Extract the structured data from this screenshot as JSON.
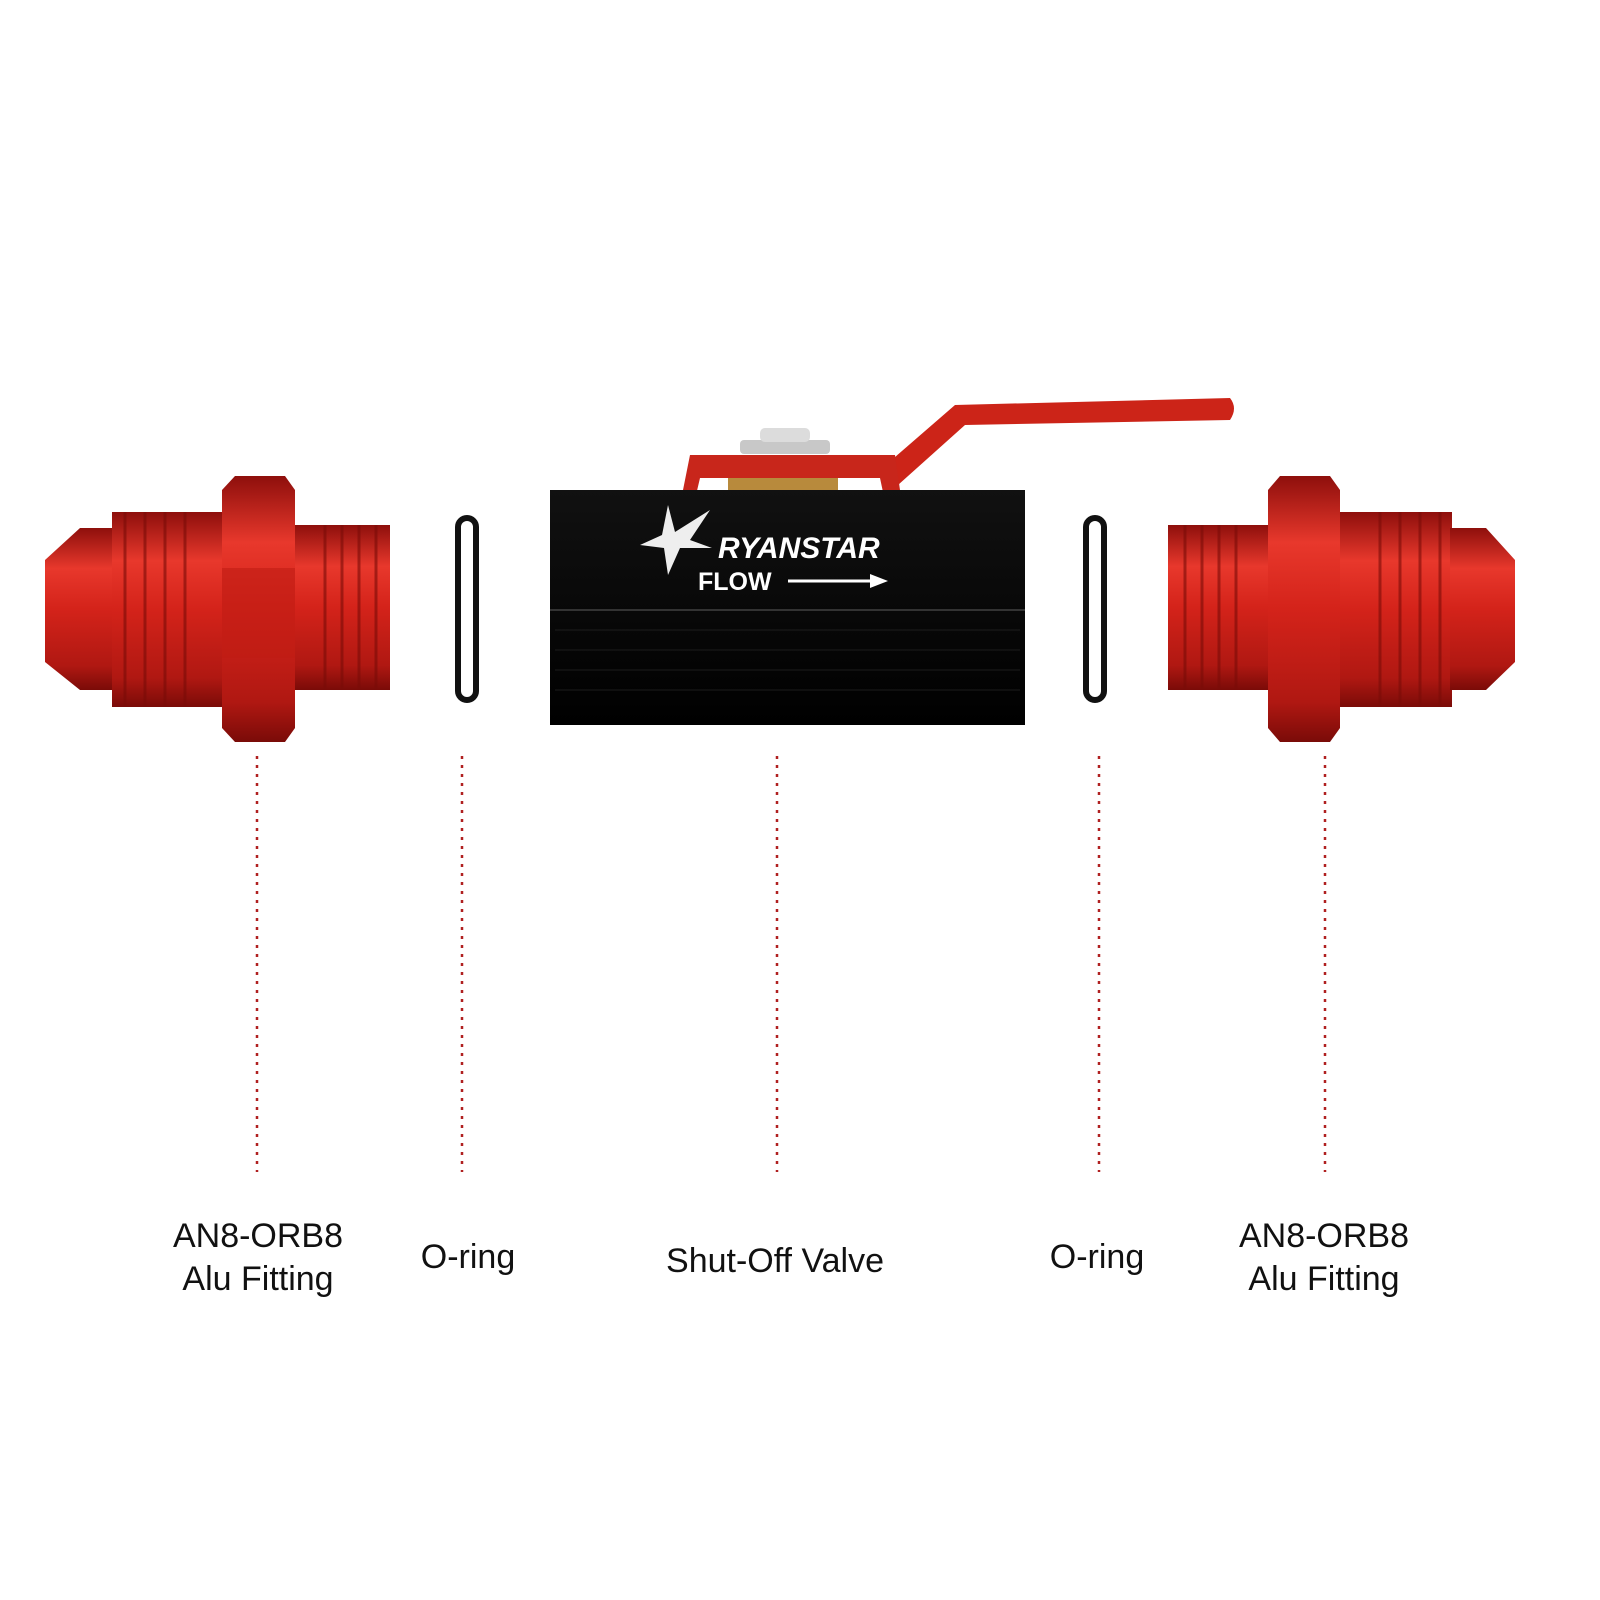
{
  "brand_logo": {
    "text": "RYANSTAR",
    "flow_label": "FLOW"
  },
  "colors": {
    "fitting_red": "#d8231c",
    "valve_body": "#0a0a0a",
    "leader_line": "#b02020",
    "oring": "#111111"
  },
  "components": [
    {
      "line1": "AN8-ORB8",
      "line2": "Alu Fitting"
    },
    {
      "line1": "O-ring"
    },
    {
      "line1": "Shut-Off Valve"
    },
    {
      "line1": "O-ring"
    },
    {
      "line1": "AN8-ORB8",
      "line2": "Alu Fitting"
    }
  ]
}
